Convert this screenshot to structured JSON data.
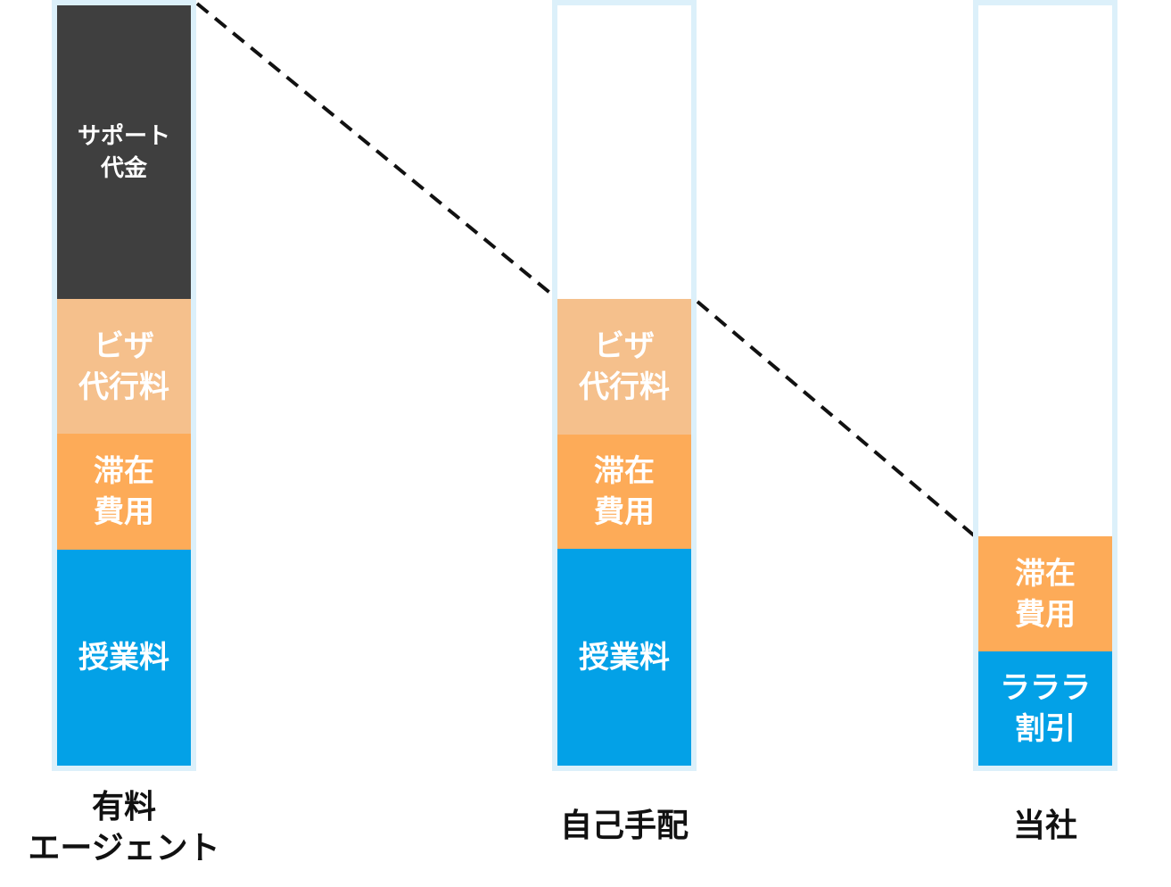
{
  "colors": {
    "support": "#3f3f3f",
    "visa": "#f5c08c",
    "stay": "#fdab58",
    "tuition": "#03a1e7",
    "discount": "#03a1e7",
    "frame": "#dcf0fa"
  },
  "columns": [
    {
      "label_lines": [
        "有料",
        "エージェント"
      ],
      "segments": [
        {
          "key": "support",
          "lines": [
            "サポート",
            "代金"
          ]
        },
        {
          "key": "visa",
          "lines": [
            "ビザ",
            "代行料"
          ]
        },
        {
          "key": "stay",
          "lines": [
            "滞在",
            "費用"
          ]
        },
        {
          "key": "tuition",
          "lines": [
            "授業料"
          ]
        }
      ]
    },
    {
      "label_lines": [
        "自己手配"
      ],
      "segments": [
        {
          "key": "visa",
          "lines": [
            "ビザ",
            "代行料"
          ]
        },
        {
          "key": "stay",
          "lines": [
            "滞在",
            "費用"
          ]
        },
        {
          "key": "tuition",
          "lines": [
            "授業料"
          ]
        }
      ]
    },
    {
      "label_lines": [
        "当社"
      ],
      "segments": [
        {
          "key": "stay",
          "lines": [
            "滞在",
            "費用"
          ]
        },
        {
          "key": "discount",
          "lines": [
            "ラララ",
            "割引"
          ]
        }
      ]
    }
  ]
}
